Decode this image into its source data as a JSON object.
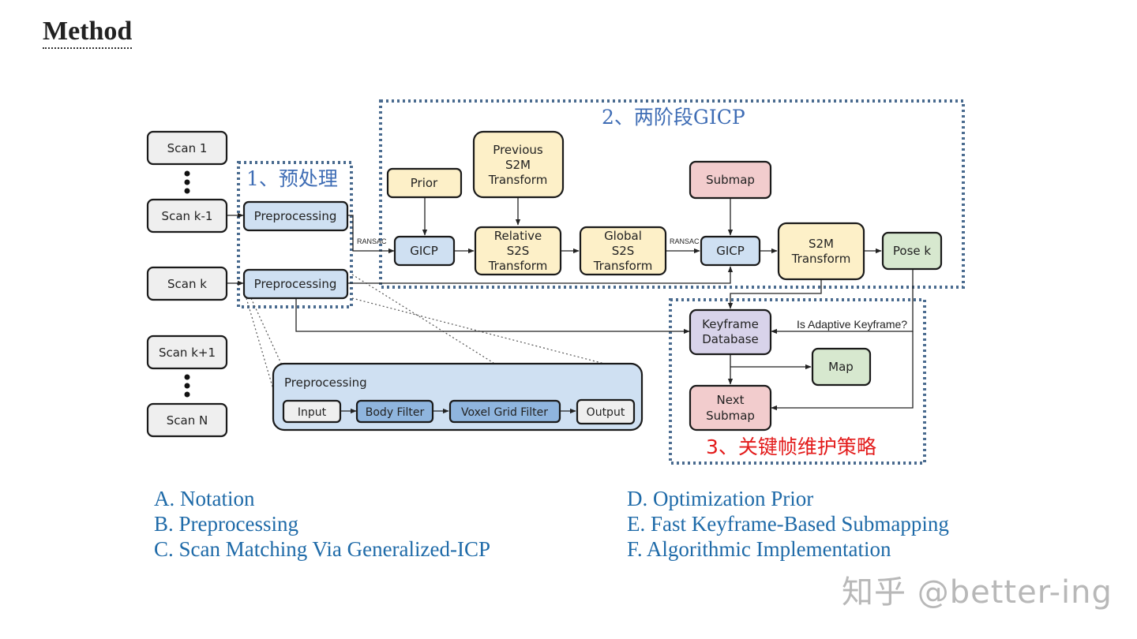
{
  "slide": {
    "title": "Method"
  },
  "regions": {
    "preprocessing": {
      "label": "1、预处理",
      "color": "#3f6db5"
    },
    "two_stage_gicp": {
      "label": "2、两阶段GICP",
      "color": "#3f6db5"
    },
    "keyframe_strategy": {
      "label": "3、关键帧维护策略",
      "color": "#e31b1b"
    }
  },
  "nodes": {
    "scan_1": "Scan 1",
    "scan_k_1": "Scan k-1",
    "scan_k": "Scan k",
    "scan_k_plus_1": "Scan k+1",
    "scan_n": "Scan N",
    "preprocessing_1": "Preprocessing",
    "preprocessing_2": "Preprocessing",
    "prior": "Prior",
    "previous_s2m": [
      "Previous",
      "S2M",
      "Transform"
    ],
    "gicp_1": "GICP",
    "relative_s2s": [
      "Relative",
      "S2S",
      "Transform"
    ],
    "global_s2s": [
      "Global",
      "S2S",
      "Transform"
    ],
    "submap": "Submap",
    "gicp_2": "GICP",
    "s2m_transform": [
      "S2M",
      "Transform"
    ],
    "pose_k": "Pose k",
    "keyframe_database": [
      "Keyframe",
      "Database"
    ],
    "map": "Map",
    "next_submap": [
      "Next",
      "Submap"
    ]
  },
  "edge_labels": {
    "ransac_1": "RANSAC",
    "ransac_2": "RANSAC",
    "adaptive_keyframe": "Is Adaptive Keyframe?"
  },
  "preprocessing_detail": {
    "title": "Preprocessing",
    "steps": [
      "Input",
      "Body Filter",
      "Voxel Grid Filter",
      "Output"
    ]
  },
  "colors": {
    "scan_fill": "#efefef",
    "blue_fill": "#cfe0f2",
    "yellow_fill": "#fdf0c8",
    "red_fill": "#f2cccd",
    "green_fill": "#d7e8cf",
    "purple_fill": "#d8d3ea",
    "filter_fill": "#8fb5de",
    "detail_bg": "#cfe0f2"
  },
  "toc": {
    "left": [
      "A. Notation",
      "B. Preprocessing",
      "C. Scan Matching Via Generalized-ICP"
    ],
    "right": [
      "D. Optimization Prior",
      "E. Fast Keyframe-Based Submapping",
      "F. Algorithmic Implementation"
    ]
  },
  "watermark": "知乎 @better-ing"
}
